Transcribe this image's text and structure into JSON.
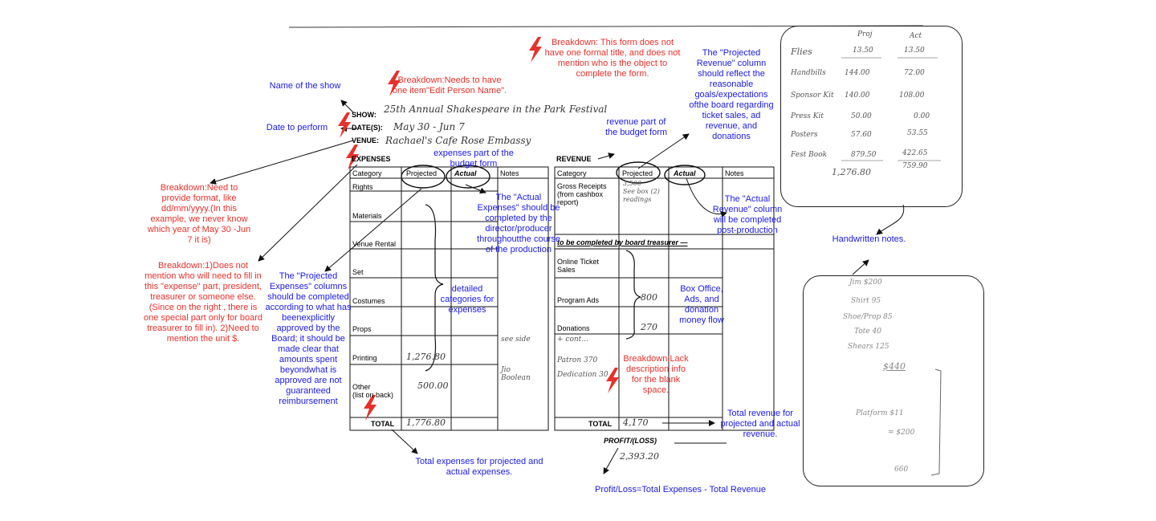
{
  "form": {
    "show_label": "SHOW:",
    "show_value": "25th Annual Shakespeare in the Park Festival",
    "dates_label": "DATE(S):",
    "dates_value": "May 30 - Jun 7",
    "venue_label": "VENUE:",
    "venue_value": "Rachael's Cafe  Rose Embassy",
    "expenses_title": "EXPENSES",
    "revenue_title": "REVENUE",
    "col_category": "Category",
    "col_projected": "Projected",
    "col_actual": "Actual",
    "col_notes": "Notes",
    "expense_rows": [
      "Rights",
      "Materials",
      "Venue Rental",
      "Set",
      "Costumes",
      "Props",
      "Printing",
      "Other\n(list on back)"
    ],
    "expense_hw": {
      "printing": "1,276.80",
      "other": "500.00",
      "props_note": "see side",
      "other_note": "Jio Boolean"
    },
    "expense_total_label": "TOTAL",
    "expense_total_value": "1,776.80",
    "revenue_rows": {
      "gross": "Gross Receipts\n(from cashbox\nreport)",
      "treasurer_note": "to be completed by board treasurer —",
      "online": "Online Ticket\nSales",
      "program": "Program Ads",
      "donations": "Donations"
    },
    "revenue_hw": {
      "gross": "3,500\nSee box (2)\nreadings",
      "program": "800",
      "donations": "270",
      "donations_note": "+ cont...",
      "patron": "Patron  370",
      "dedication": "Dedication  30"
    },
    "revenue_total_label": "TOTAL",
    "revenue_total_value": "4,170",
    "profit_label": "PROFIT/(LOSS)",
    "profit_value": "2,393.20"
  },
  "annotations": {
    "name_show": "Name of the show",
    "date_perform": "Date to perform",
    "bd_edit_person": "Breakdown:Needs to have one item\"Edit Person Name\".",
    "bd_no_title": "Breakdown: This form does not have one formal title, and does not mention who is the object to complete the form.",
    "projected_revenue": "The \"Projected Revenue\" column should reflect the reasonable goals/expectations ofthe board regarding ticket sales, ad revenue, and donations",
    "revenue_part": "revenue part of the budget form",
    "expenses_part": "expenses part of the budget form",
    "bd_format": "Breakdown:Need to provide format, like dd/mm/yyyy.(In this example, we never know which year of May 30 -Jun 7 it is)",
    "bd_who_fill": "Breakdown:1)Does not mention who will need to fill in this \"expense\" part, president, treasurer or someone else.(Since on the right , there is one special part only for board treasurer to fill in). 2)Need to mention the unit $.",
    "projected_expenses": "The \"Projected Expenses\" columns should be completed according to what has beenexplicitly approved by the Board; it should be made clear that amounts spent beyondwhat is approved are not guaranteed reimbursement",
    "actual_expenses": "The \"Actual Expenses\" should be completed by the director/producer throughoutthe course of the production",
    "detailed_categories": "detailed categories for expenses",
    "actual_revenue": "The \"Actual Revenue\" column will be completed post-production",
    "box_office": "Box Office, Ads, and donation money flow",
    "bd_lack_desc": "Breakdown:Lack description info for the blank space.",
    "total_revenue": "Total revenue for projected and actual revenue.",
    "total_expenses": "Total expenses for projected and actual expenses.",
    "profit_loss": "Profit/Loss=Total Expenses - Total Revenue",
    "handwritten_notes": "Handwritten notes."
  },
  "notes_box1": {
    "head_proj": "Proj",
    "head_act": "Act",
    "rows": [
      {
        "label": "Flies",
        "proj": "13.50",
        "act": "13.50"
      },
      {
        "label": "Handbills",
        "proj": "144.00",
        "act": "72.00"
      },
      {
        "label": "Sponsor Kit",
        "proj": "140.00",
        "act": "108.00"
      },
      {
        "label": "Press Kit",
        "proj": "50.00",
        "act": "0.00"
      },
      {
        "label": "Posters",
        "proj": "57.60",
        "act": "53.55"
      },
      {
        "label": "Fest Book",
        "proj": "879.50",
        "act": "422.65"
      }
    ],
    "total_proj": "1,276.80",
    "total_act": "759.90"
  },
  "notes_box2": {
    "lines": [
      "Jim  $200",
      "Shirt  95",
      "Shoe/Prop  85",
      "Tote  40",
      "Shears  125"
    ],
    "sum": "$440",
    "other": "Platform $11",
    "other2": "= $200",
    "bottom": "660"
  },
  "colors": {
    "annotation_blue": "#1a1ae6",
    "breakdown_red": "#e8302a",
    "bolt": "#e8302a"
  }
}
